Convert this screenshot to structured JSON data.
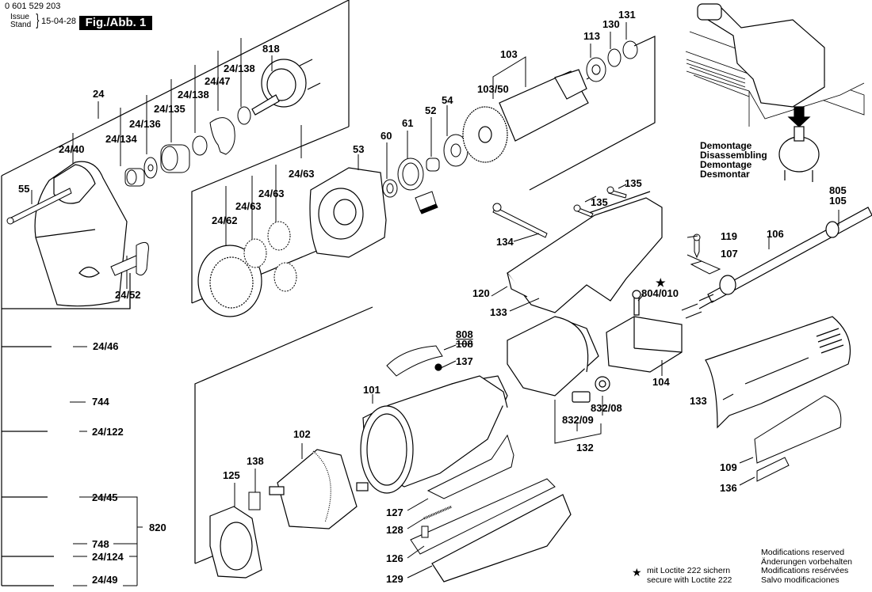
{
  "header": {
    "part_number": "0 601 529 203",
    "issue_label_1": "Issue",
    "issue_label_2": "Stand",
    "brace": "}",
    "issue_date": "15-04-28",
    "figure_label": "Fig./Abb. 1"
  },
  "disassembly_caption": [
    "Demontage",
    "Disassembling",
    "Demontage",
    "Desmontar"
  ],
  "part_labels": {
    "p24": "24",
    "p24_40": "24/40",
    "p24_134": "24/134",
    "p24_136": "24/136",
    "p24_135": "24/135",
    "p24_138a": "24/138",
    "p24_47": "24/47",
    "p24_138b": "24/138",
    "p818": "818",
    "p55": "55",
    "p24_52": "24/52",
    "p24_62": "24/62",
    "p24_63a": "24/63",
    "p24_63b": "24/63",
    "p24_63c": "24/63",
    "p53": "53",
    "p60": "60",
    "p61": "61",
    "p52": "52",
    "p54": "54",
    "p103": "103",
    "p103_50": "103/50",
    "p113": "113",
    "p130": "130",
    "p131": "131",
    "p135a": "135",
    "p135b": "135",
    "p134": "134",
    "p120": "120",
    "p133a": "133",
    "p805": "805",
    "p105": "105",
    "p106": "106",
    "p119": "119",
    "p107": "107",
    "p804_010": "804/010",
    "star": "★",
    "p24_46": "24/46",
    "p744": "744",
    "p24_122": "24/122",
    "p24_45": "24/45",
    "p820": "820",
    "p748": "748",
    "p24_124": "24/124",
    "p24_49": "24/49",
    "p808": "808",
    "p108": "108",
    "p137": "137",
    "p101": "101",
    "p102": "102",
    "p138": "138",
    "p125": "125",
    "p127": "127",
    "p128": "128",
    "p126": "126",
    "p129": "129",
    "p832_08": "832/08",
    "p832_09": "832/09",
    "p132": "132",
    "p104": "104",
    "p133b": "133",
    "p109": "109",
    "p136": "136"
  },
  "notes": {
    "loctite_star": "★",
    "loctite_de": "mit Loctite 222 sichern",
    "loctite_en": "secure with Loctite 222",
    "modifications": [
      "Modifications reserved",
      "Änderungen vorbehalten",
      "Modifications resérvées",
      "Salvo modificaciones"
    ]
  }
}
